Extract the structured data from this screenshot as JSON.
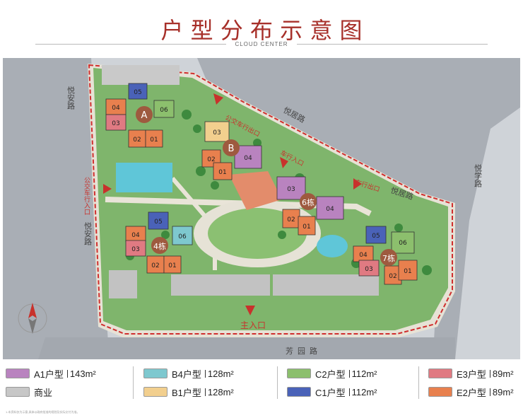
{
  "title": "户  型  分  布  示  意  图",
  "subtitle": "CLOUD CENTER",
  "roads": {
    "west": "悦安路",
    "north_1": "悦居路",
    "north_2": "悦居路",
    "east": "悦学路",
    "south": "芳园路"
  },
  "entrances": {
    "bus_exit": "公交车行出口",
    "bus_entry": "公交车行入口",
    "car_exit": "车行出口",
    "main_entry": "主入口",
    "side_entry": "车行入口"
  },
  "buildings": {
    "A": {
      "badge": "A"
    },
    "B": {
      "badge": "B"
    },
    "b6": {
      "badge": "6栋"
    },
    "b4": {
      "badge": "4栋"
    },
    "b7": {
      "badge": "7栋"
    }
  },
  "units": {
    "u01": "01",
    "u02": "02",
    "u03": "03",
    "u04": "04",
    "u05": "05",
    "u06": "06"
  },
  "legend": {
    "A1": {
      "label": "A1户型",
      "area": "143m²",
      "color": "#b983bf"
    },
    "B4": {
      "label": "B4户型",
      "area": "128m²",
      "color": "#7ec8cf"
    },
    "C2": {
      "label": "C2户型",
      "area": "112m²",
      "color": "#8cbf6d"
    },
    "E3": {
      "label": "E3户型",
      "area": "89m²",
      "color": "#e07a82"
    },
    "biz": {
      "label": "商业",
      "color": "#c7c7c7"
    },
    "B1": {
      "label": "B1户型",
      "area": "128m²",
      "color": "#f2cf8e"
    },
    "C1": {
      "label": "C1户型",
      "area": "112m²",
      "color": "#4a62b8"
    },
    "E2": {
      "label": "E2户型",
      "area": "89m²",
      "color": "#e8804e"
    }
  },
  "footnote": "1.本资料仅为示意,具体以政府批准的规划及实际交付为准。"
}
